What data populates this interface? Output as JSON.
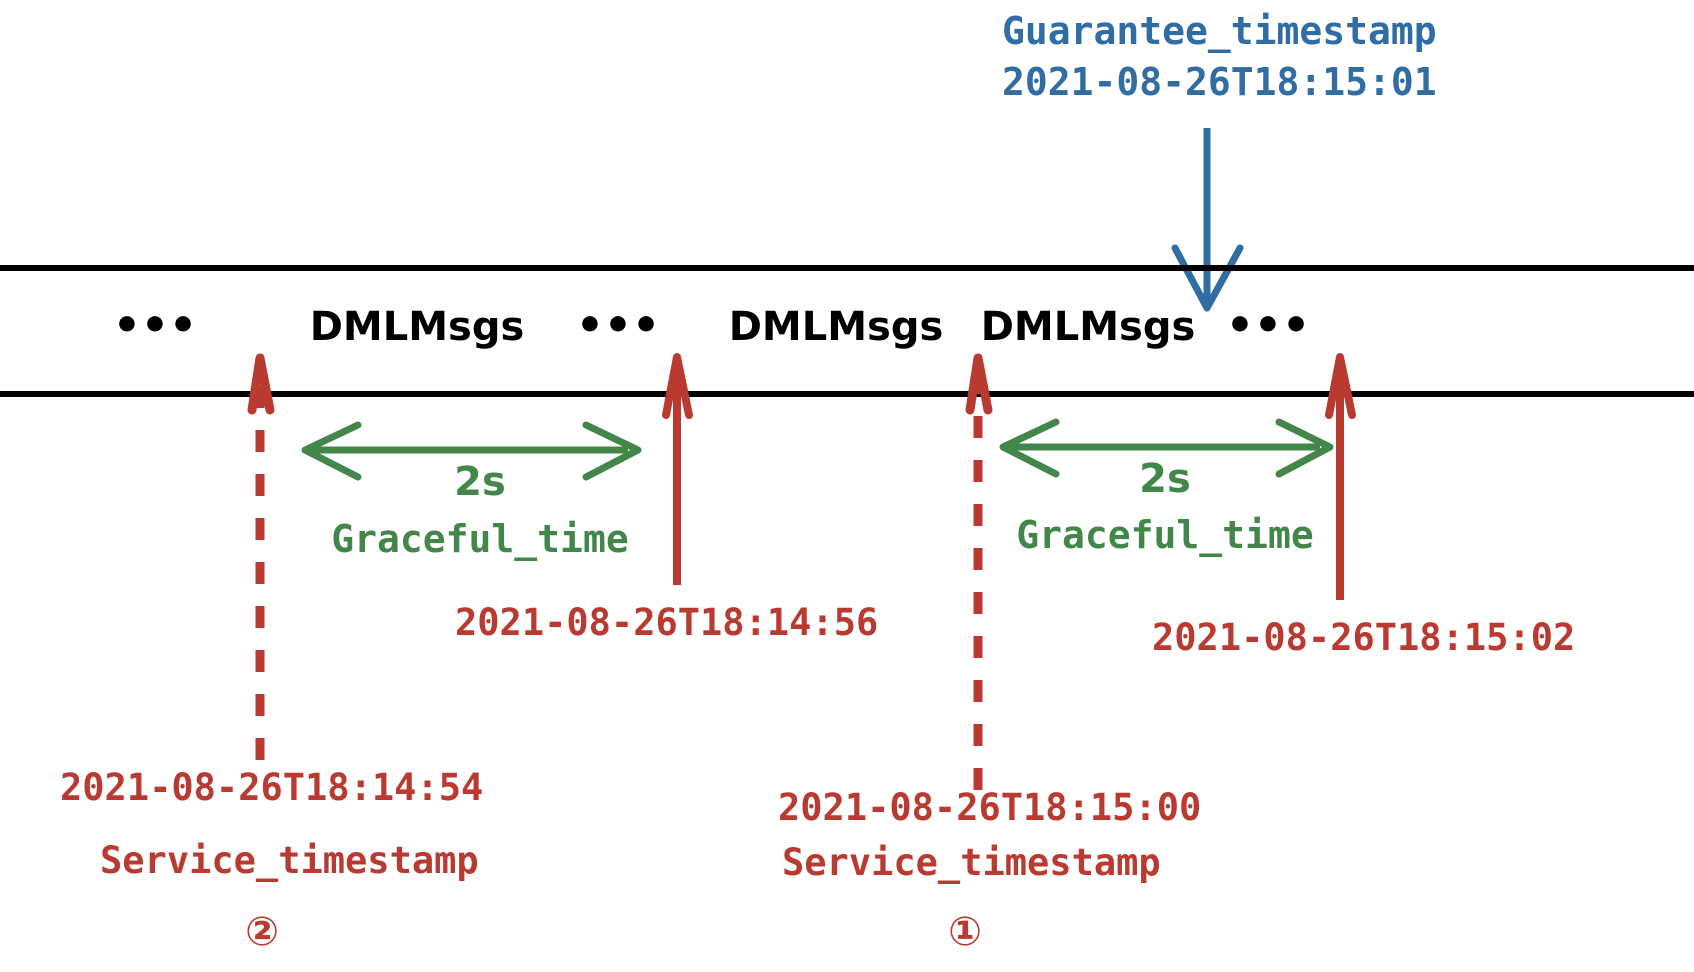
{
  "diagram": {
    "title_hidden": "",
    "colors": {
      "blue": "#2f6da4",
      "red": "#b93a31",
      "green": "#43864a",
      "black": "#000000",
      "background": "#ffffff"
    },
    "guarantee": {
      "label": "Guarantee_timestamp",
      "timestamp": "2021-08-26T18:15:01"
    },
    "stream": {
      "ellipsis": "•••",
      "segments": [
        {
          "type": "ellipsis",
          "text": "•••"
        },
        {
          "type": "label",
          "text": "DMLMsgs"
        },
        {
          "type": "ellipsis",
          "text": "•••"
        },
        {
          "type": "label",
          "text": "DMLMsgs"
        },
        {
          "type": "label",
          "text": "DMLMsgs"
        },
        {
          "type": "ellipsis",
          "text": "•••"
        }
      ]
    },
    "graceful_left": {
      "duration": "2s",
      "label": "Graceful_time"
    },
    "graceful_right": {
      "duration": "2s",
      "label": "Graceful_time"
    },
    "markers": {
      "service_left": {
        "timestamp": "2021-08-26T18:14:54",
        "label": "Service_timestamp",
        "index": "②"
      },
      "service_right": {
        "timestamp": "2021-08-26T18:15:00",
        "label": "Service_timestamp",
        "index": "①"
      },
      "solid_left": {
        "timestamp": "2021-08-26T18:14:56"
      },
      "solid_right": {
        "timestamp": "2021-08-26T18:15:02"
      }
    }
  }
}
